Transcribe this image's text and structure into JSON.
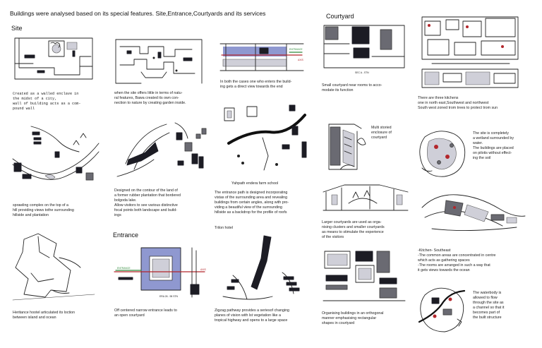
{
  "headings": {
    "main": "Buildings were analysed based on its special features. Site,Entrance,Courtyards and its services",
    "site": "Site",
    "entrance": "Entrance",
    "courtyard": "Courtyard"
  },
  "captions": {
    "walled": "Created as a walled enclave in\nthe midst of a city,\nwall of building acts as a com-\npound wall",
    "site_offers": "when the site offers little in terms of natu-\nral features, Bawa created its own con-\nnection to nature by creating garden inside.",
    "direct_view": "In both the cases one who enters the build-\ning gets a direct view towards the end",
    "small_court": "Small courtyard near rooms to acco-\nmodate its function",
    "kitchens": "There are three kitchens\none in north east,Southwest and northwest\nSouth west zoned trom trees to protect trom sun",
    "multi_storied": "Multi storied\nenclosure of\ncourtyard",
    "sprawling": "sprawling complex on the top of a\nhill providing views tothe surrounding\nhillside and plantation",
    "contour": "Designed on the contour of the land of\na former rubber plantation that bordered\nbolgoda lake.\nAllow visitors to see various distinctive\nfocal points both landscape and build-\nings",
    "yahpath": "Yahpath endera farm school",
    "entrance_path": "The entrance path is designed incorporating\nvistas of the surrounding area and revealing\nbuildings from certain angles, along with pro-\nviding a beautiful view of the surrounding\nhillside as a backdrop for the profile of roofs",
    "trilon": "Trilon hotel",
    "wetland": "The site is completely\na wetland surrounded by\nwater.\nThe buildings are placed\non pilotis without effect-\ning the soil",
    "larger_court": "Larger courtyards are used as orga-\nnising clusters and smaller courtyards\nas means to stimulate the experience\nof the visitors",
    "kitchen_se": "-Kitchen- Southeast\n-The common areas are concentrated in centre\nwhich acts as gathering spaces\n-The rooms are arranged in such a way that\nit gets views towards the ocean",
    "heritance": "Heritance hootel articulated its loction\nbetween island and ocean",
    "off_centered": "Off centered narrow entrance leads to\nan open courtyard",
    "zigzag": "Zigzag pathway provides a seriesof changing\nplanes of vision with lst vegetation like a\ntropical highway and opens to a large space",
    "orthogonal": "Organising buildings in an orthogonal\nmanner emphasising rectangular\nshapes in courtyard",
    "waterbody": "The waterbody is\nallowed to flow\nthrough the site as\na channel so that it\nbecomes part of\nthe built structure"
  },
  "sketch_labels": {
    "section_a": "SEC A - STN",
    "entrance_a": "ENTRANCE",
    "axis_a": "AXIS",
    "section_b": "ERA 26 - 98 STN",
    "entrance_b": "ENTRANCE",
    "axis_b": "AXIS"
  },
  "colors": {
    "ink": "#1a1a1a",
    "red_marker": "#b3262b",
    "green_marker": "#2f8a3a",
    "blue_wash": "#7b86c8"
  }
}
